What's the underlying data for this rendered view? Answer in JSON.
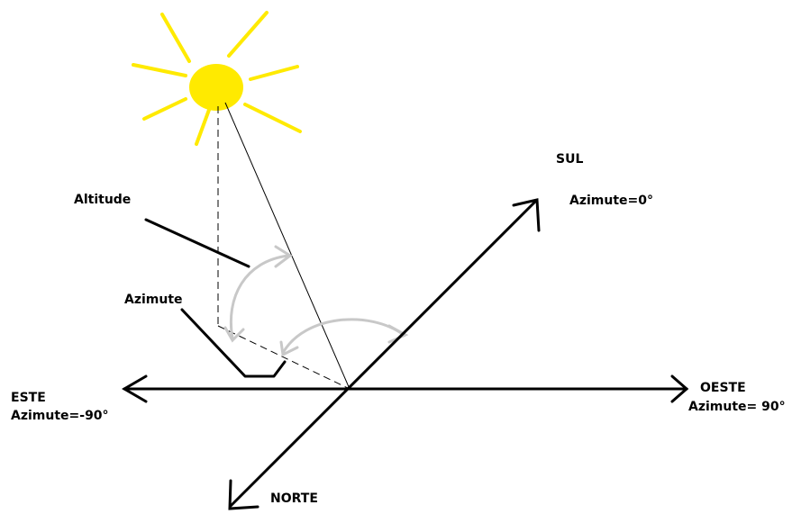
{
  "labels": {
    "altitude": "Altitude",
    "azimuth": "Azimute",
    "south": "SUL",
    "south_azimuth": "Azimute=0°",
    "east": "ESTE",
    "east_azimuth": "Azimute=-90°",
    "west": "OESTE",
    "west_azimuth": "Azimute= 90°",
    "north": "NORTE"
  },
  "colors": {
    "sun": "#ffea00",
    "sun_rays": "#ffea00",
    "axes": "#000000",
    "arcs": "#c8c8c8",
    "pointer_lines": "#000000"
  },
  "icons": {
    "sun": "sun-icon"
  }
}
